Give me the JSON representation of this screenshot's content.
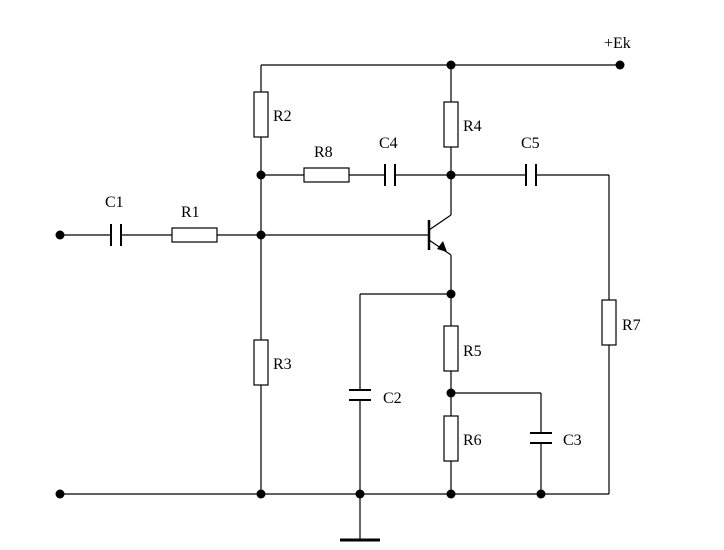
{
  "labels": {
    "supply": "+Ek",
    "r1": "R1",
    "r2": "R2",
    "r3": "R3",
    "r4": "R4",
    "r5": "R5",
    "r6": "R6",
    "r7": "R7",
    "r8": "R8",
    "c1": "C1",
    "c2": "C2",
    "c3": "C3",
    "c4": "C4",
    "c5": "C5"
  }
}
